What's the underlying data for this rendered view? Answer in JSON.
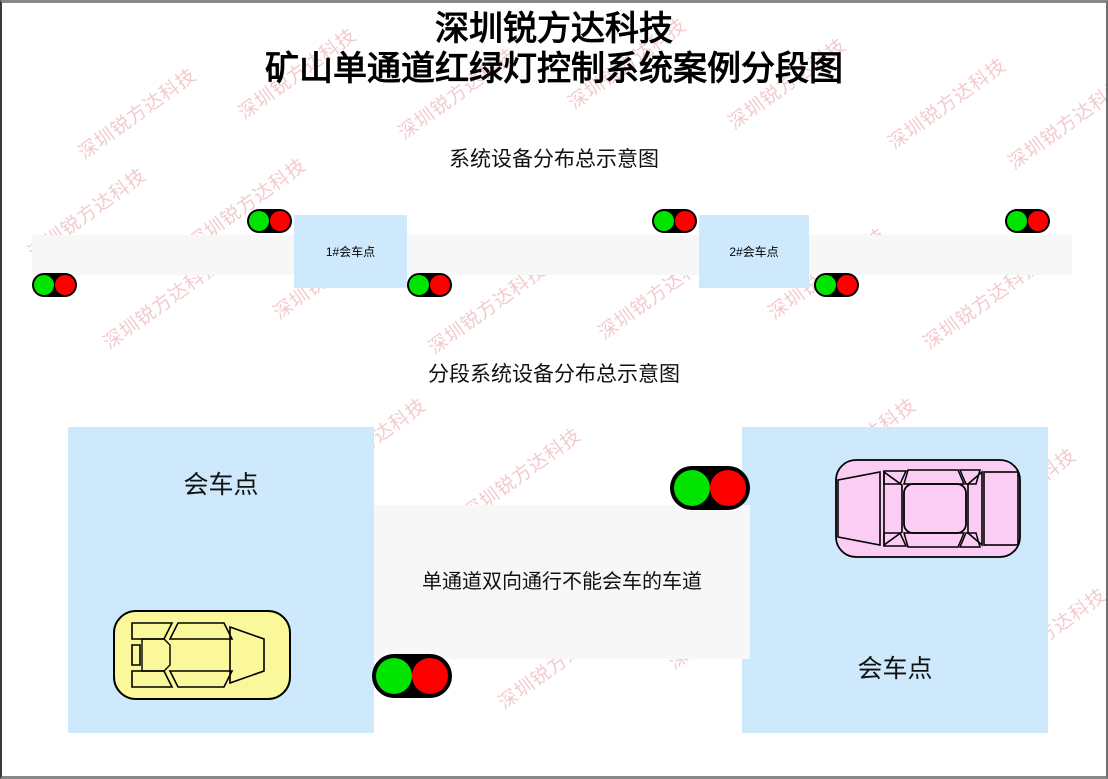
{
  "page": {
    "title_line_1": "深圳锐方达科技",
    "title_line_2": "矿山单通道红绿灯控制系统案例分段图",
    "watermark_text": "深圳锐方达科技",
    "colors": {
      "bay_blue": "#cde9fb",
      "road_gray": "#f7f7f7",
      "lamp_green": "#00e400",
      "lamp_red": "#ff0000",
      "housing_black": "#000000",
      "car_yellow": "#fbf79b",
      "car_pink": "#fbcdf5",
      "watermark_pink": "#f2c8cc"
    }
  },
  "overview": {
    "subtitle": "系统设备分布总示意图",
    "meet_points": [
      {
        "label": "1#会车点"
      },
      {
        "label": "2#会车点"
      }
    ],
    "traffic_lights": [
      {
        "name": "overview-light-1",
        "state": "green-red"
      },
      {
        "name": "overview-light-2",
        "state": "green-red"
      },
      {
        "name": "overview-light-3",
        "state": "green-red"
      },
      {
        "name": "overview-light-4",
        "state": "green-red"
      },
      {
        "name": "overview-light-5",
        "state": "green-red"
      },
      {
        "name": "overview-light-6",
        "state": "green-red"
      }
    ]
  },
  "detail": {
    "subtitle": "分段系统设备分布总示意图",
    "bay_left_label": "会车点",
    "bay_right_label": "会车点",
    "corridor_label": "单通道双向通行不能会车的车道",
    "traffic_lights": [
      {
        "name": "detail-light-upper",
        "state": "green-red"
      },
      {
        "name": "detail-light-lower",
        "state": "green-red"
      }
    ],
    "vehicles": [
      {
        "name": "car-yellow",
        "color": "#fbf79b"
      },
      {
        "name": "car-pink",
        "color": "#fbcdf5"
      }
    ]
  }
}
